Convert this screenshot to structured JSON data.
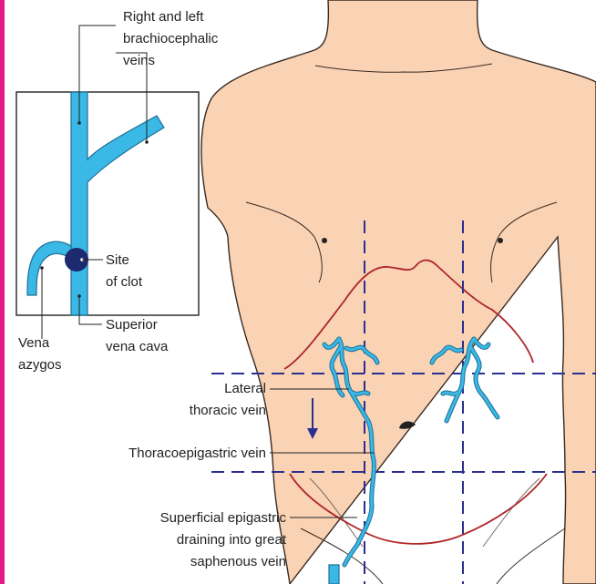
{
  "colors": {
    "skin": "#f9d3b4",
    "skin_outline": "#3a2a22",
    "vein": "#3ab8e6",
    "vein_outline": "#1f6f95",
    "clot": "#1d2a6e",
    "margin_line": "#b0252a",
    "quadrant_lines": "#2b2f8f",
    "flow_arrow": "#2b2f8f",
    "left_edge_bar": "#e6188a",
    "inset_border": "#222222"
  },
  "inset": {
    "labels": {
      "brachiocephalic_line1": "Right and left",
      "brachiocephalic_line2": "brachiocephalic",
      "brachiocephalic_line3": "veins",
      "site_line1": "Site",
      "site_line2": "of clot",
      "svc_line1": "Superior",
      "svc_line2": "vena cava",
      "azygos_line1": "Vena",
      "azygos_line2": "azygos"
    }
  },
  "torso": {
    "labels": {
      "lateral_line1": "Lateral",
      "lateral_line2": "thoracic vein",
      "thoracoepigastric": "Thoracoepigastric vein",
      "superficial_line1": "Superficial epigastric",
      "superficial_line2": "draining into great",
      "superficial_line3": "saphenous vein"
    }
  }
}
